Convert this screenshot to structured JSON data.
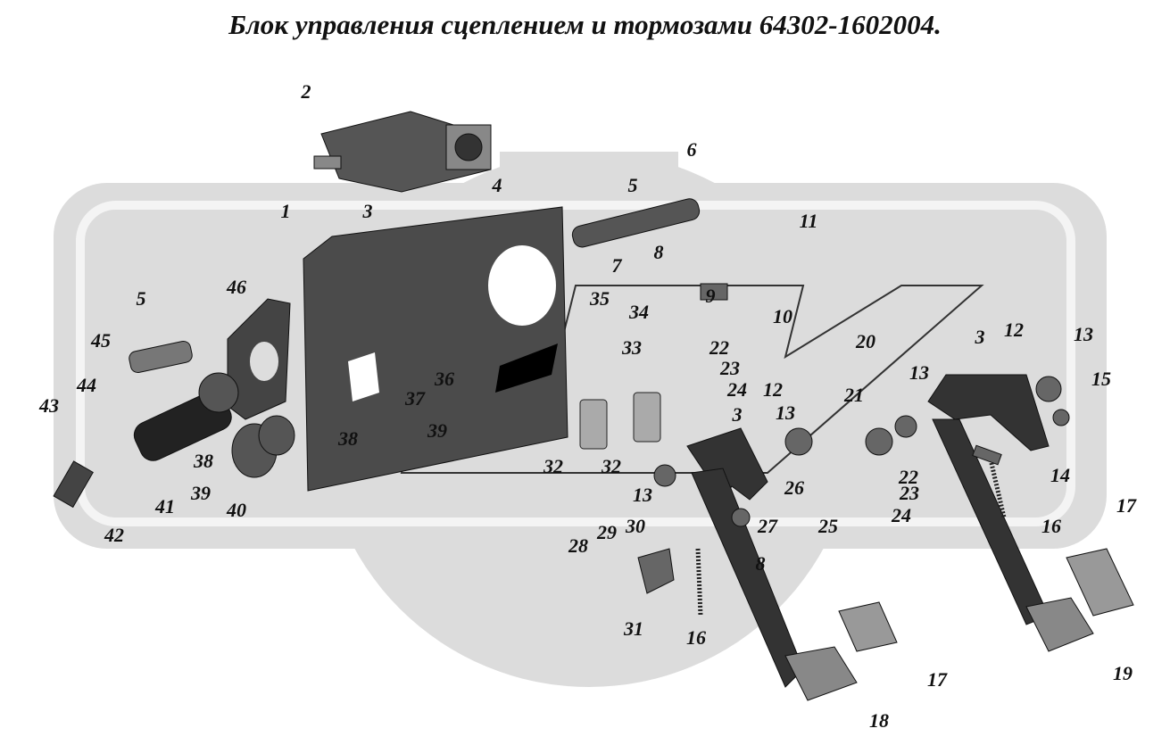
{
  "title": "Блок управления сцеплением и тормозами 64302-1602004.",
  "colors": {
    "watermark": "#dcdcdc",
    "part_dark": "#3a3a3a",
    "part_mid": "#8a8a8a",
    "text": "#111111"
  },
  "labels": [
    "2",
    "4",
    "3",
    "5",
    "6",
    "1",
    "11",
    "7",
    "8",
    "9",
    "10",
    "46",
    "5",
    "35",
    "34",
    "33",
    "22",
    "23",
    "24",
    "36",
    "37",
    "45",
    "43",
    "44",
    "20",
    "3",
    "12",
    "13",
    "15",
    "13",
    "12",
    "3",
    "13",
    "21",
    "38",
    "39",
    "38",
    "39",
    "32",
    "32",
    "13",
    "26",
    "22",
    "23",
    "24",
    "14",
    "25",
    "27",
    "16",
    "17",
    "41",
    "40",
    "42",
    "28",
    "29",
    "30",
    "8",
    "31",
    "16",
    "17",
    "18",
    "19"
  ]
}
